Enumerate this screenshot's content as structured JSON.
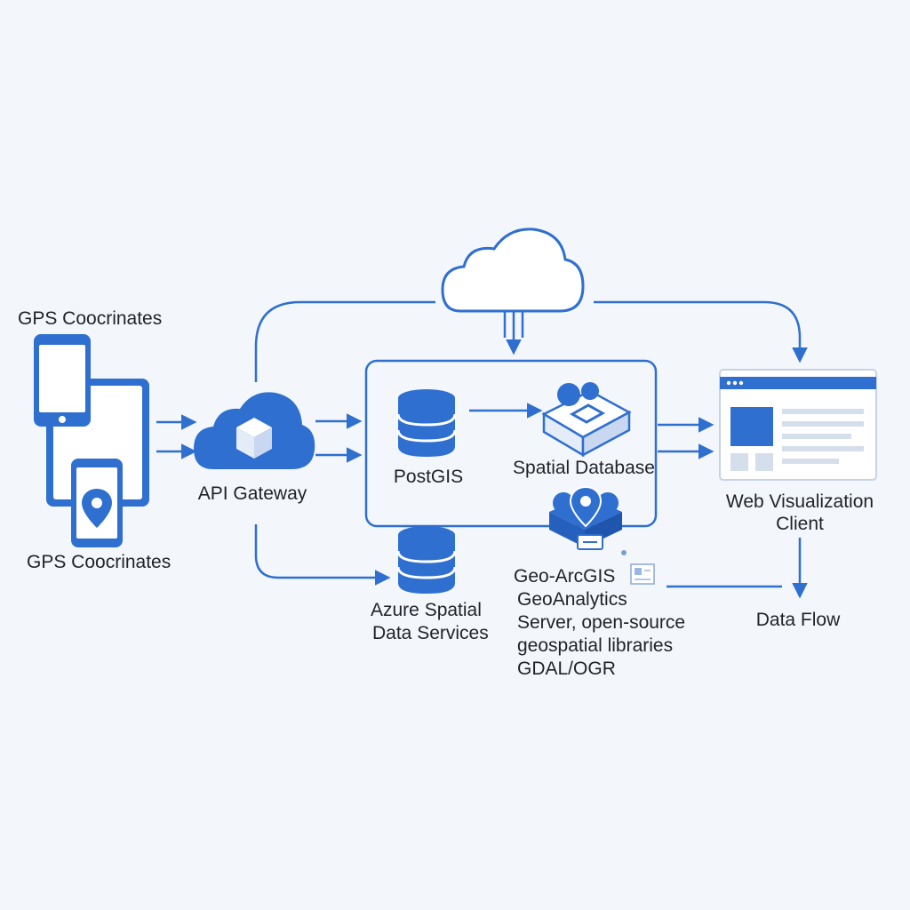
{
  "colors": {
    "background": "#f3f6fa",
    "stroke": "#2f6fd0",
    "fill_primary": "#2f6fd0",
    "fill_light": "#ffffff",
    "text": "#1f2328"
  },
  "labels": {
    "gps_top": "GPS Coocrinates",
    "gps_bottom": "GPS Coocrinates",
    "api_gateway": "API Gateway",
    "postgis": "PostGIS",
    "spatial_database": "Spatial Database",
    "azure_line1": "Azure Spatial",
    "azure_line2": "Data Services",
    "geo_line1": "Geo-ArcGIS",
    "geo_line2": "GeoAnalytics",
    "geo_line3": "Server, open-source",
    "geo_line4": "geospatial libraries",
    "geo_line5": "GDAL/OGR",
    "web_line1": "Web Visualization",
    "web_line2": "Client",
    "data_flow": "Data Flow"
  },
  "icons": {
    "devices": [
      "phone-icon",
      "tablet-icon",
      "map-pin-phone-icon"
    ],
    "gateway": "cloud-cube-icon",
    "top_cloud": "cloud-icon",
    "databases": [
      "database-cylinder-icon",
      "database-cylinder-icon"
    ],
    "spatial_db": "isometric-box-icon",
    "geo_server": "map-pin-box-icon",
    "web_client": "browser-window-icon",
    "small_doc": "document-icon"
  }
}
